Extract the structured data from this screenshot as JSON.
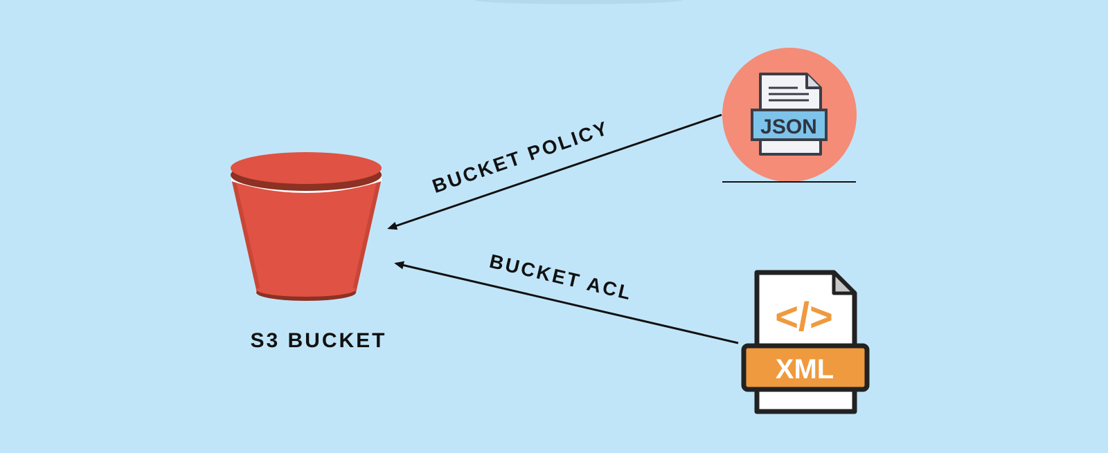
{
  "diagram": {
    "bucket_label": "S3 BUCKET",
    "policy_label": "BUCKET POLICY",
    "acl_label": "BUCKET ACL",
    "json_badge": "JSON",
    "xml_badge": "XML",
    "xml_code_glyph": "</>"
  },
  "colors": {
    "background": "#c1e5f8",
    "bucket_red": "#e05243",
    "bucket_dark": "#8c3123",
    "json_circle": "#f48c78",
    "json_badge_fill": "#7ec3ea",
    "xml_orange": "#ef9a3e",
    "arrow": "#111111"
  },
  "icons": {
    "bucket": "s3-bucket-icon",
    "json_file": "json-file-icon",
    "xml_file": "xml-file-icon"
  }
}
